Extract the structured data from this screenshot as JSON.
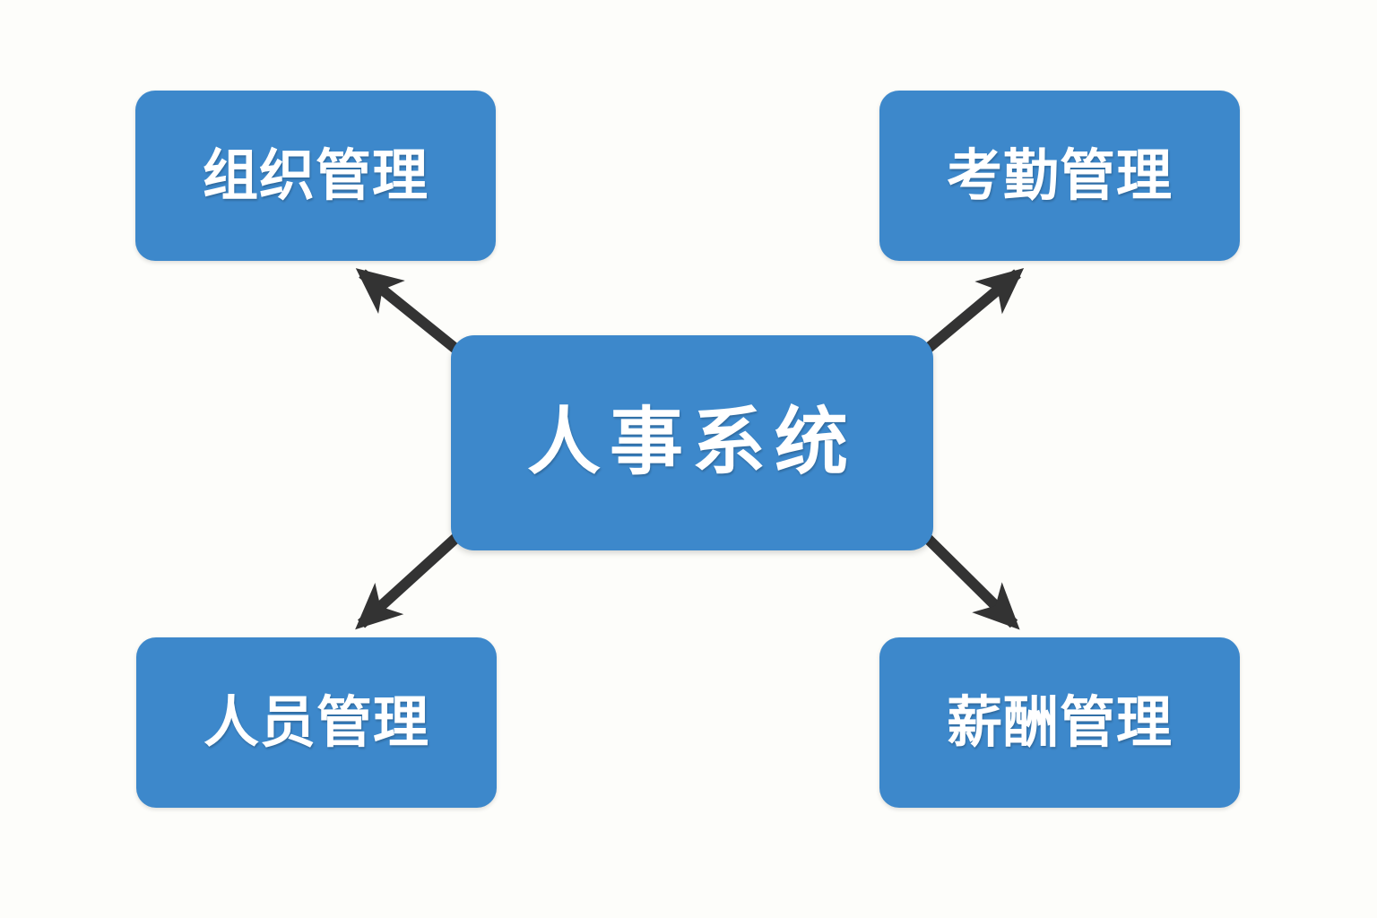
{
  "diagram": {
    "type": "hub-and-spoke",
    "title": "人事系统",
    "background_color": "#fdfdfa",
    "node_color": "#3d88cb",
    "node_text_color": "#ffffff",
    "arrow_color": "#333333",
    "center": {
      "id": "hr-system",
      "label": "人事系统"
    },
    "nodes": [
      {
        "id": "organization-management",
        "label": "组织管理",
        "position": "top-left"
      },
      {
        "id": "attendance-management",
        "label": "考勤管理",
        "position": "top-right"
      },
      {
        "id": "personnel-management",
        "label": "人员管理",
        "position": "bottom-left"
      },
      {
        "id": "compensation-management",
        "label": "薪酬管理",
        "position": "bottom-right"
      }
    ],
    "edges": [
      {
        "from": "人事系统",
        "to": "组织管理",
        "direction": "outward",
        "arrowhead": "end"
      },
      {
        "from": "人事系统",
        "to": "考勤管理",
        "direction": "outward",
        "arrowhead": "end"
      },
      {
        "from": "人事系统",
        "to": "人员管理",
        "direction": "outward",
        "arrowhead": "end"
      },
      {
        "from": "人事系统",
        "to": "薪酬管理",
        "direction": "outward",
        "arrowhead": "end"
      }
    ]
  }
}
